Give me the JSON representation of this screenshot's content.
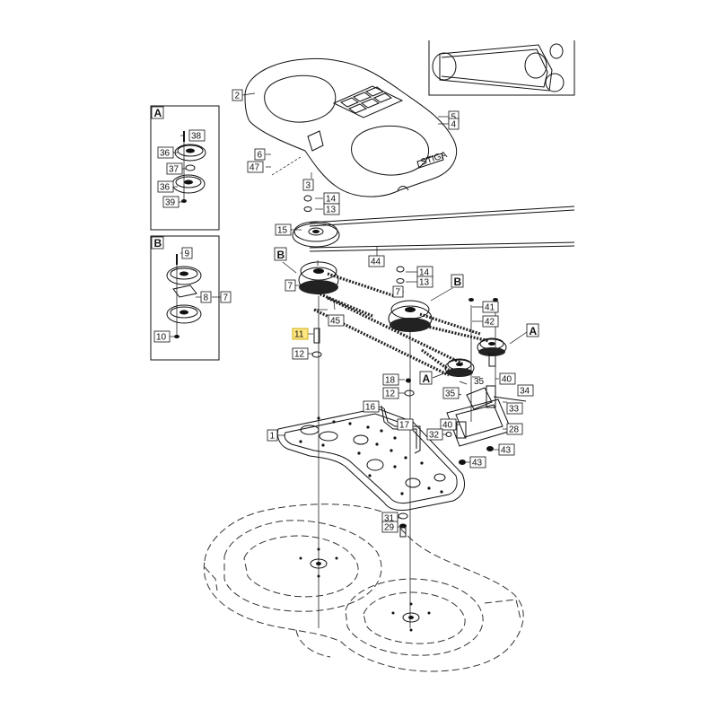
{
  "part_labels": {
    "p1": "1",
    "p2": "2",
    "p3": "3",
    "p4": "4",
    "p5": "5",
    "p6": "6",
    "p7a": "7",
    "p7b": "7",
    "p7c": "7",
    "p8": "8",
    "p9": "9",
    "p10": "10",
    "p11": "11",
    "p12a": "12",
    "p12b": "12",
    "p13a": "13",
    "p13b": "13",
    "p14a": "14",
    "p14b": "14",
    "p15": "15",
    "p16": "16",
    "p17": "17",
    "p18": "18",
    "p28": "28",
    "p29": "29",
    "p31": "31",
    "p32": "32",
    "p33": "33",
    "p34": "34",
    "p35a": "35",
    "p35b": "35",
    "p36a": "36",
    "p36b": "36",
    "p37": "37",
    "p38": "38",
    "p39": "39",
    "p40a": "40",
    "p40b": "40",
    "p41": "41",
    "p42": "42",
    "p43a": "43",
    "p43b": "43",
    "p44": "44",
    "p45": "45",
    "p47": "47"
  },
  "detail_tags": {
    "a1": "A",
    "a2": "A",
    "a3": "A",
    "b1": "B",
    "b2": "B",
    "b3": "B"
  },
  "highlighted_part": "11",
  "colors": {
    "ink": "#111111",
    "highlight": "#ffe680",
    "background": "#ffffff"
  },
  "logo_text": "STIGA"
}
